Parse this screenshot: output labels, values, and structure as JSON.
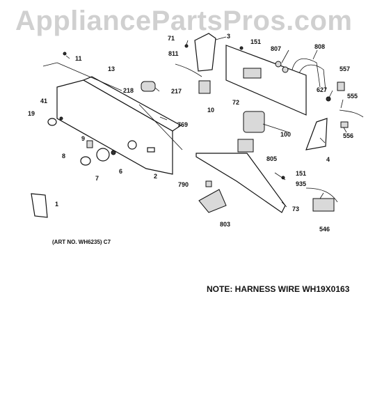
{
  "watermark": "AppliancePartsPros.com",
  "labels": {
    "p71": "71",
    "p3": "3",
    "p151a": "151",
    "p807": "807",
    "p808": "808",
    "p811": "811",
    "p557": "557",
    "p11": "11",
    "p13": "13",
    "p627": "627",
    "p555": "555",
    "p218": "218",
    "p217": "217",
    "p72": "72",
    "p41": "41",
    "p10": "10",
    "p19": "19",
    "p769": "769",
    "p100": "100",
    "p556": "556",
    "p9": "9",
    "p805": "805",
    "p4": "4",
    "p8": "8",
    "p6": "6",
    "p2": "2",
    "p151b": "151",
    "p7": "7",
    "p790": "790",
    "p935": "935",
    "p1": "1",
    "p73": "73",
    "p803": "803",
    "p546": "546"
  },
  "caption": "(ART NO. WH6235) C7",
  "note": "NOTE: HARNESS WIRE WH19X0163"
}
